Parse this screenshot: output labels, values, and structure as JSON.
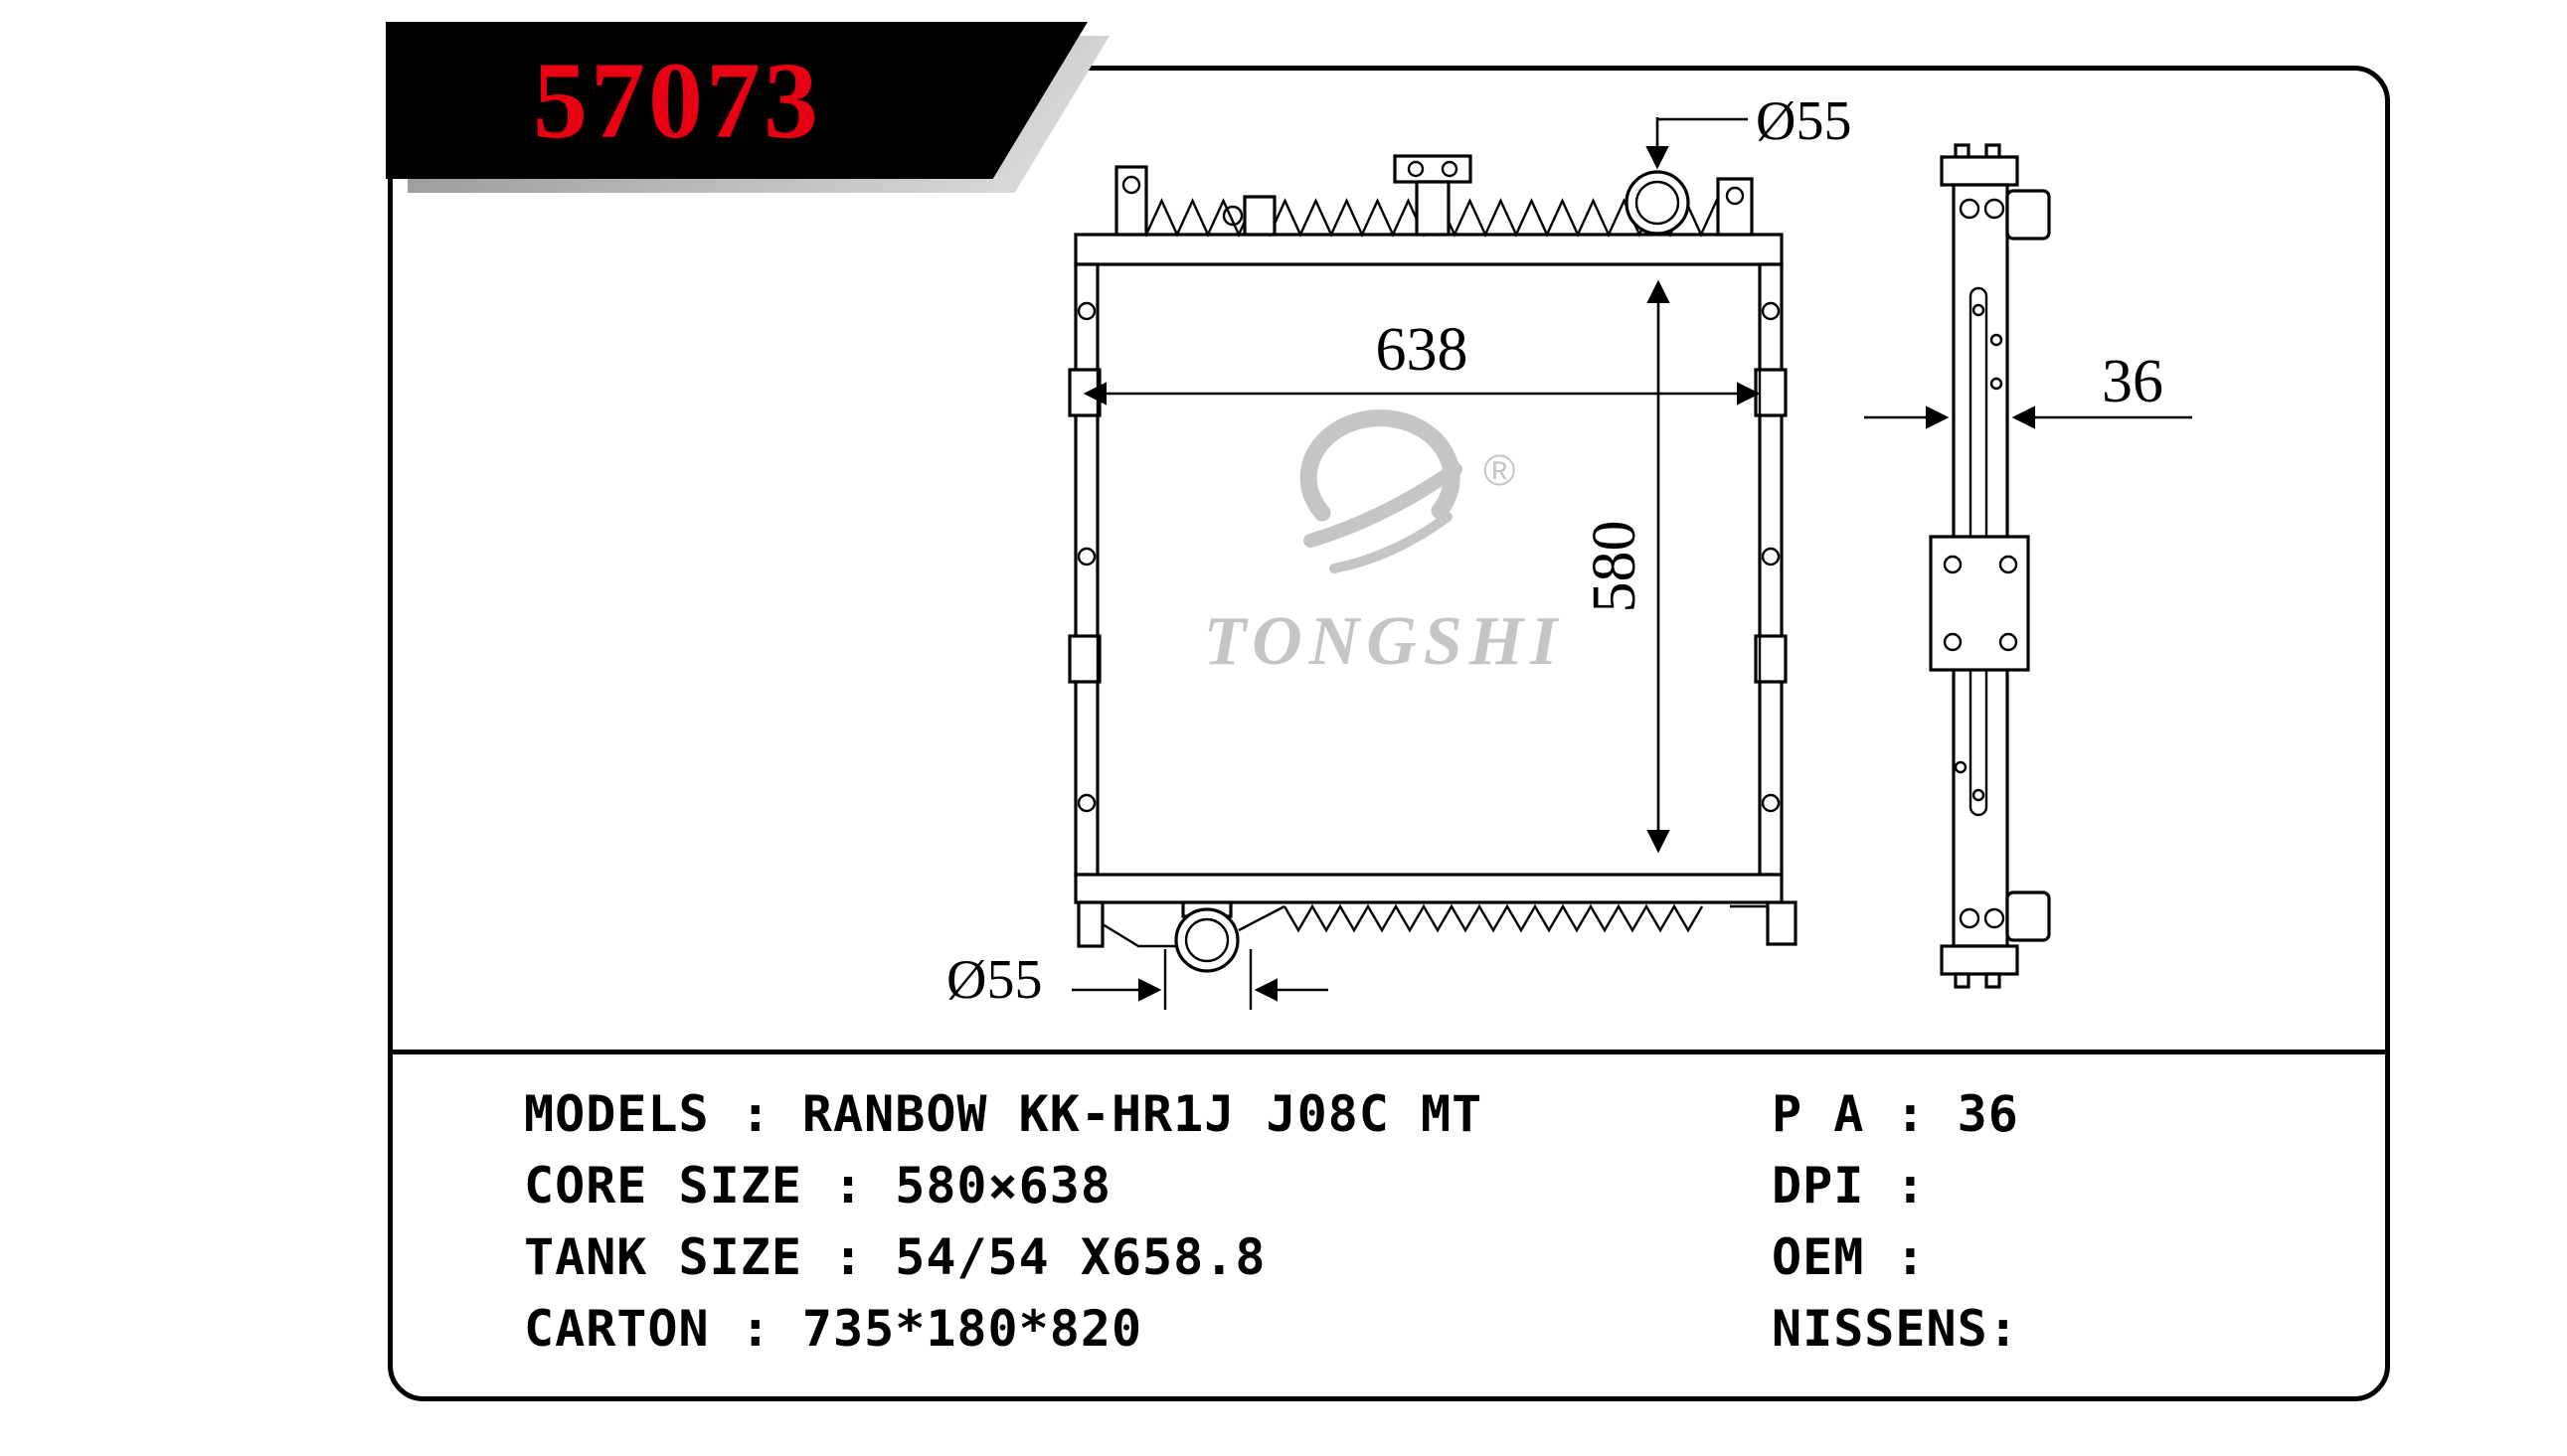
{
  "banner": {
    "part_number": "57073"
  },
  "watermark": {
    "brand": "TONGSHI",
    "registered_mark": "®"
  },
  "drawing": {
    "front_view": {
      "width_dim": "638",
      "height_dim": "580",
      "inlet_diameter": "Ø55",
      "outlet_diameter": "Ø55"
    },
    "side_view": {
      "depth_dim": "36"
    }
  },
  "specs": {
    "left_column": [
      "MODELS : RANBOW KK-HR1J J08C MT",
      "CORE SIZE : 580×638",
      "TANK SIZE : 54/54 X658.8",
      "CARTON : 735*180*820"
    ],
    "right_column": [
      "P A : 36",
      "DPI :",
      "OEM :",
      "NISSENS:"
    ]
  },
  "colors": {
    "accent_red": "#e60012",
    "watermark_gray": "#c5c5c5"
  }
}
